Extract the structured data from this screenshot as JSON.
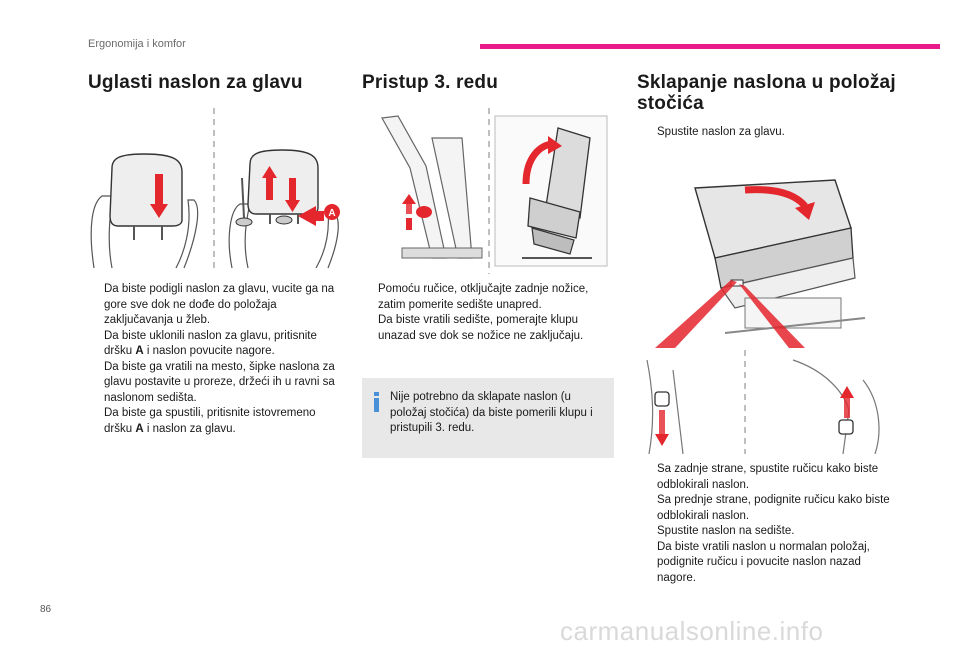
{
  "header": {
    "section": "Ergonomija i komfor",
    "accent": "#e8198b"
  },
  "col1": {
    "title": "Uglasti naslon za glavu",
    "callout_letter": "A",
    "bullets": [
      {
        "pre": "Da biste podigli naslon za glavu, vucite ga na gore sve dok ne dođe do položaja zaključavanja u žleb.",
        "bold": "",
        "post": ""
      },
      {
        "pre": "Da biste uklonili naslon za glavu, pritisnite dršku ",
        "bold": "A",
        "post": " i naslon povucite nagore."
      },
      {
        "pre": "Da biste ga vratili na mesto, šipke naslona za glavu postavite u proreze, držeći ih u ravni sa naslonom sedišta.",
        "bold": "",
        "post": ""
      },
      {
        "pre": "Da biste ga spustili, pritisnite istovremeno dršku ",
        "bold": "A",
        "post": " i naslon za glavu."
      }
    ]
  },
  "col2": {
    "title": "Pristup 3. redu",
    "bullets": [
      {
        "pre": "Pomoću ručice, otključajte zadnje nožice, zatim pomerite sedište unapred.",
        "bold": "",
        "post": ""
      },
      {
        "pre": "Da biste vratili sedište, pomerajte klupu unazad sve dok se nožice ne zaključaju.",
        "bold": "",
        "post": ""
      }
    ],
    "note": "Nije potrebno da sklapate naslon (u položaj stočića) da biste pomerili klupu i pristupili 3. redu."
  },
  "col3": {
    "title_line1": "Sklapanje naslona u položaj",
    "title_line2": "stočića",
    "intro": "Spustite naslon za glavu.",
    "bullets": [
      {
        "pre": "Sa zadnje strane, spustite ručicu kako biste odblokirali naslon.",
        "bold": "",
        "post": ""
      },
      {
        "pre": "Sa prednje strane, podignite ručicu kako biste odblokirali naslon.",
        "bold": "",
        "post": ""
      },
      {
        "pre": "Spustite naslon na sedište.",
        "bold": "",
        "post": ""
      },
      {
        "pre": "Da biste vratili naslon u normalan položaj, podignite ručicu i povucite naslon nazad nagore.",
        "bold": "",
        "post": ""
      }
    ]
  },
  "bullet_marker": "",
  "page_number": "86",
  "watermark": "carmanualsonline.info"
}
